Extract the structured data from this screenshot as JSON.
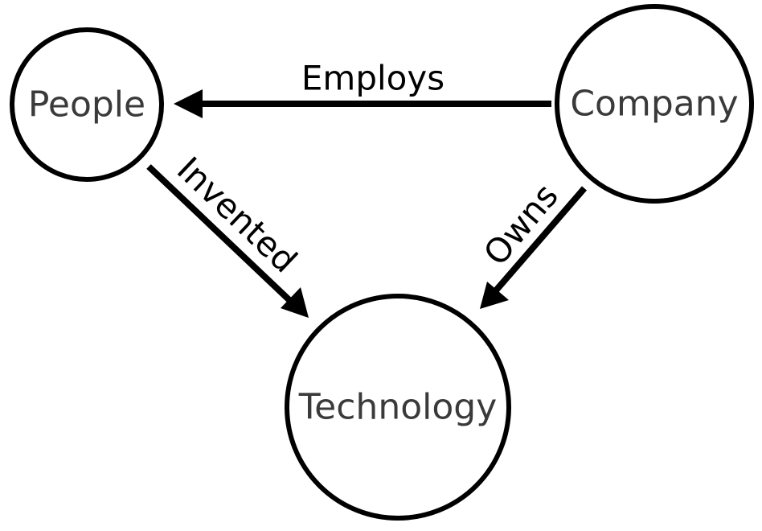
{
  "nodes": {
    "people": {
      "label": "People"
    },
    "company": {
      "label": "Company"
    },
    "technology": {
      "label": "Technology"
    }
  },
  "edges": {
    "employs": {
      "label": "Employs",
      "from": "Company",
      "to": "People"
    },
    "invented": {
      "label": "Invented",
      "from": "People",
      "to": "Technology"
    },
    "owns": {
      "label": "Owns",
      "from": "Company",
      "to": "Technology"
    }
  }
}
